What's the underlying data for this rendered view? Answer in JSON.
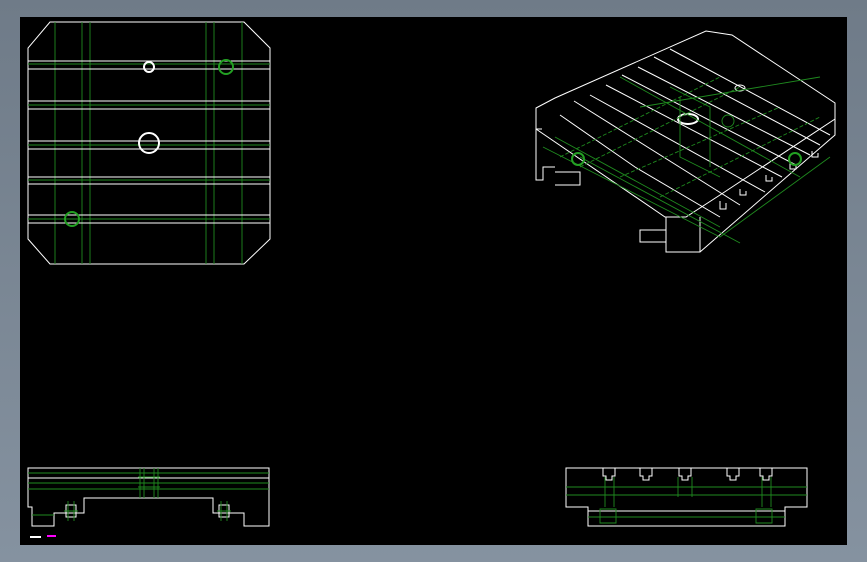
{
  "drawing": {
    "background": "#000000",
    "frame_color": "#7e8a97",
    "line_color": "#ffffff",
    "hidden_line_color": "#1f8a1f",
    "views": [
      {
        "name": "top-view"
      },
      {
        "name": "isometric-view"
      },
      {
        "name": "front-view"
      },
      {
        "name": "side-view"
      }
    ]
  },
  "legend": {
    "text_a": "",
    "text_b": "",
    "color_a": "#ffffff",
    "color_b": "#ff00ff"
  }
}
